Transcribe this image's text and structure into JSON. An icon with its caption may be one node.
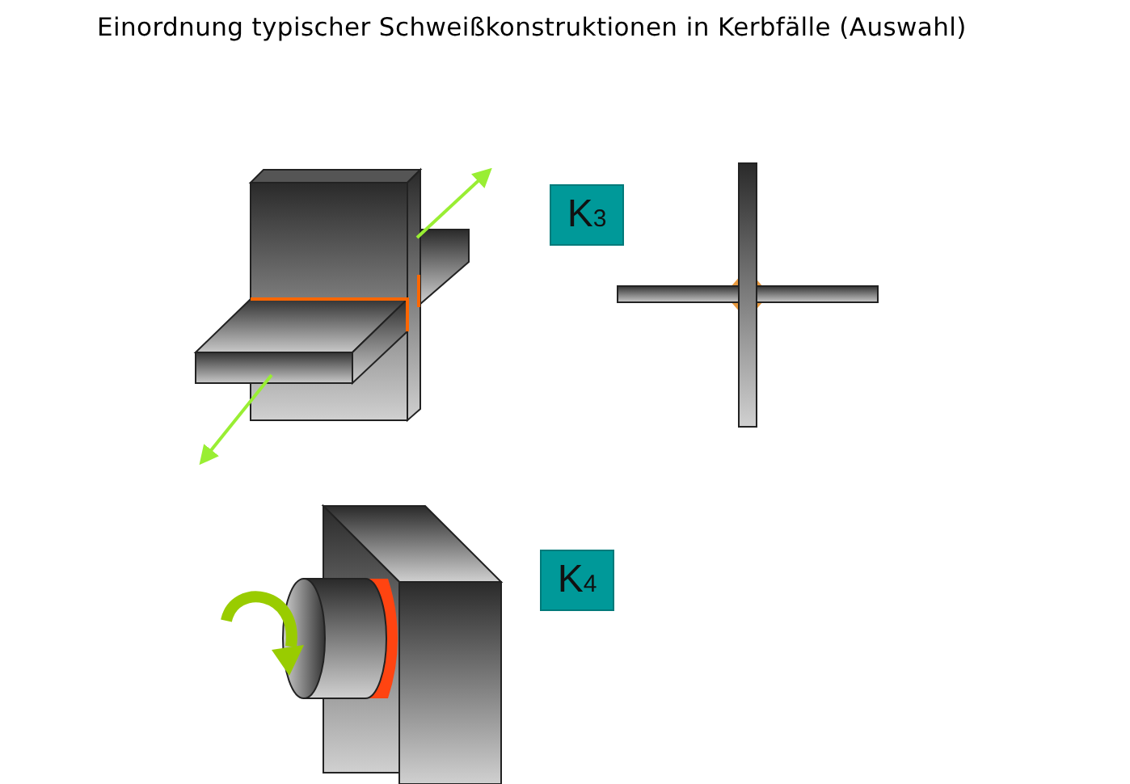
{
  "diagram": {
    "title": "Einordnung typischer Schweißkonstruktionen in Kerbfälle (Auswahl)",
    "nodes": [
      {
        "text": [
          "K$_{3}$"
        ]
      },
      {
        "text": [
          "K$_{4}$"
        ]
      }
    ]
  }
}
